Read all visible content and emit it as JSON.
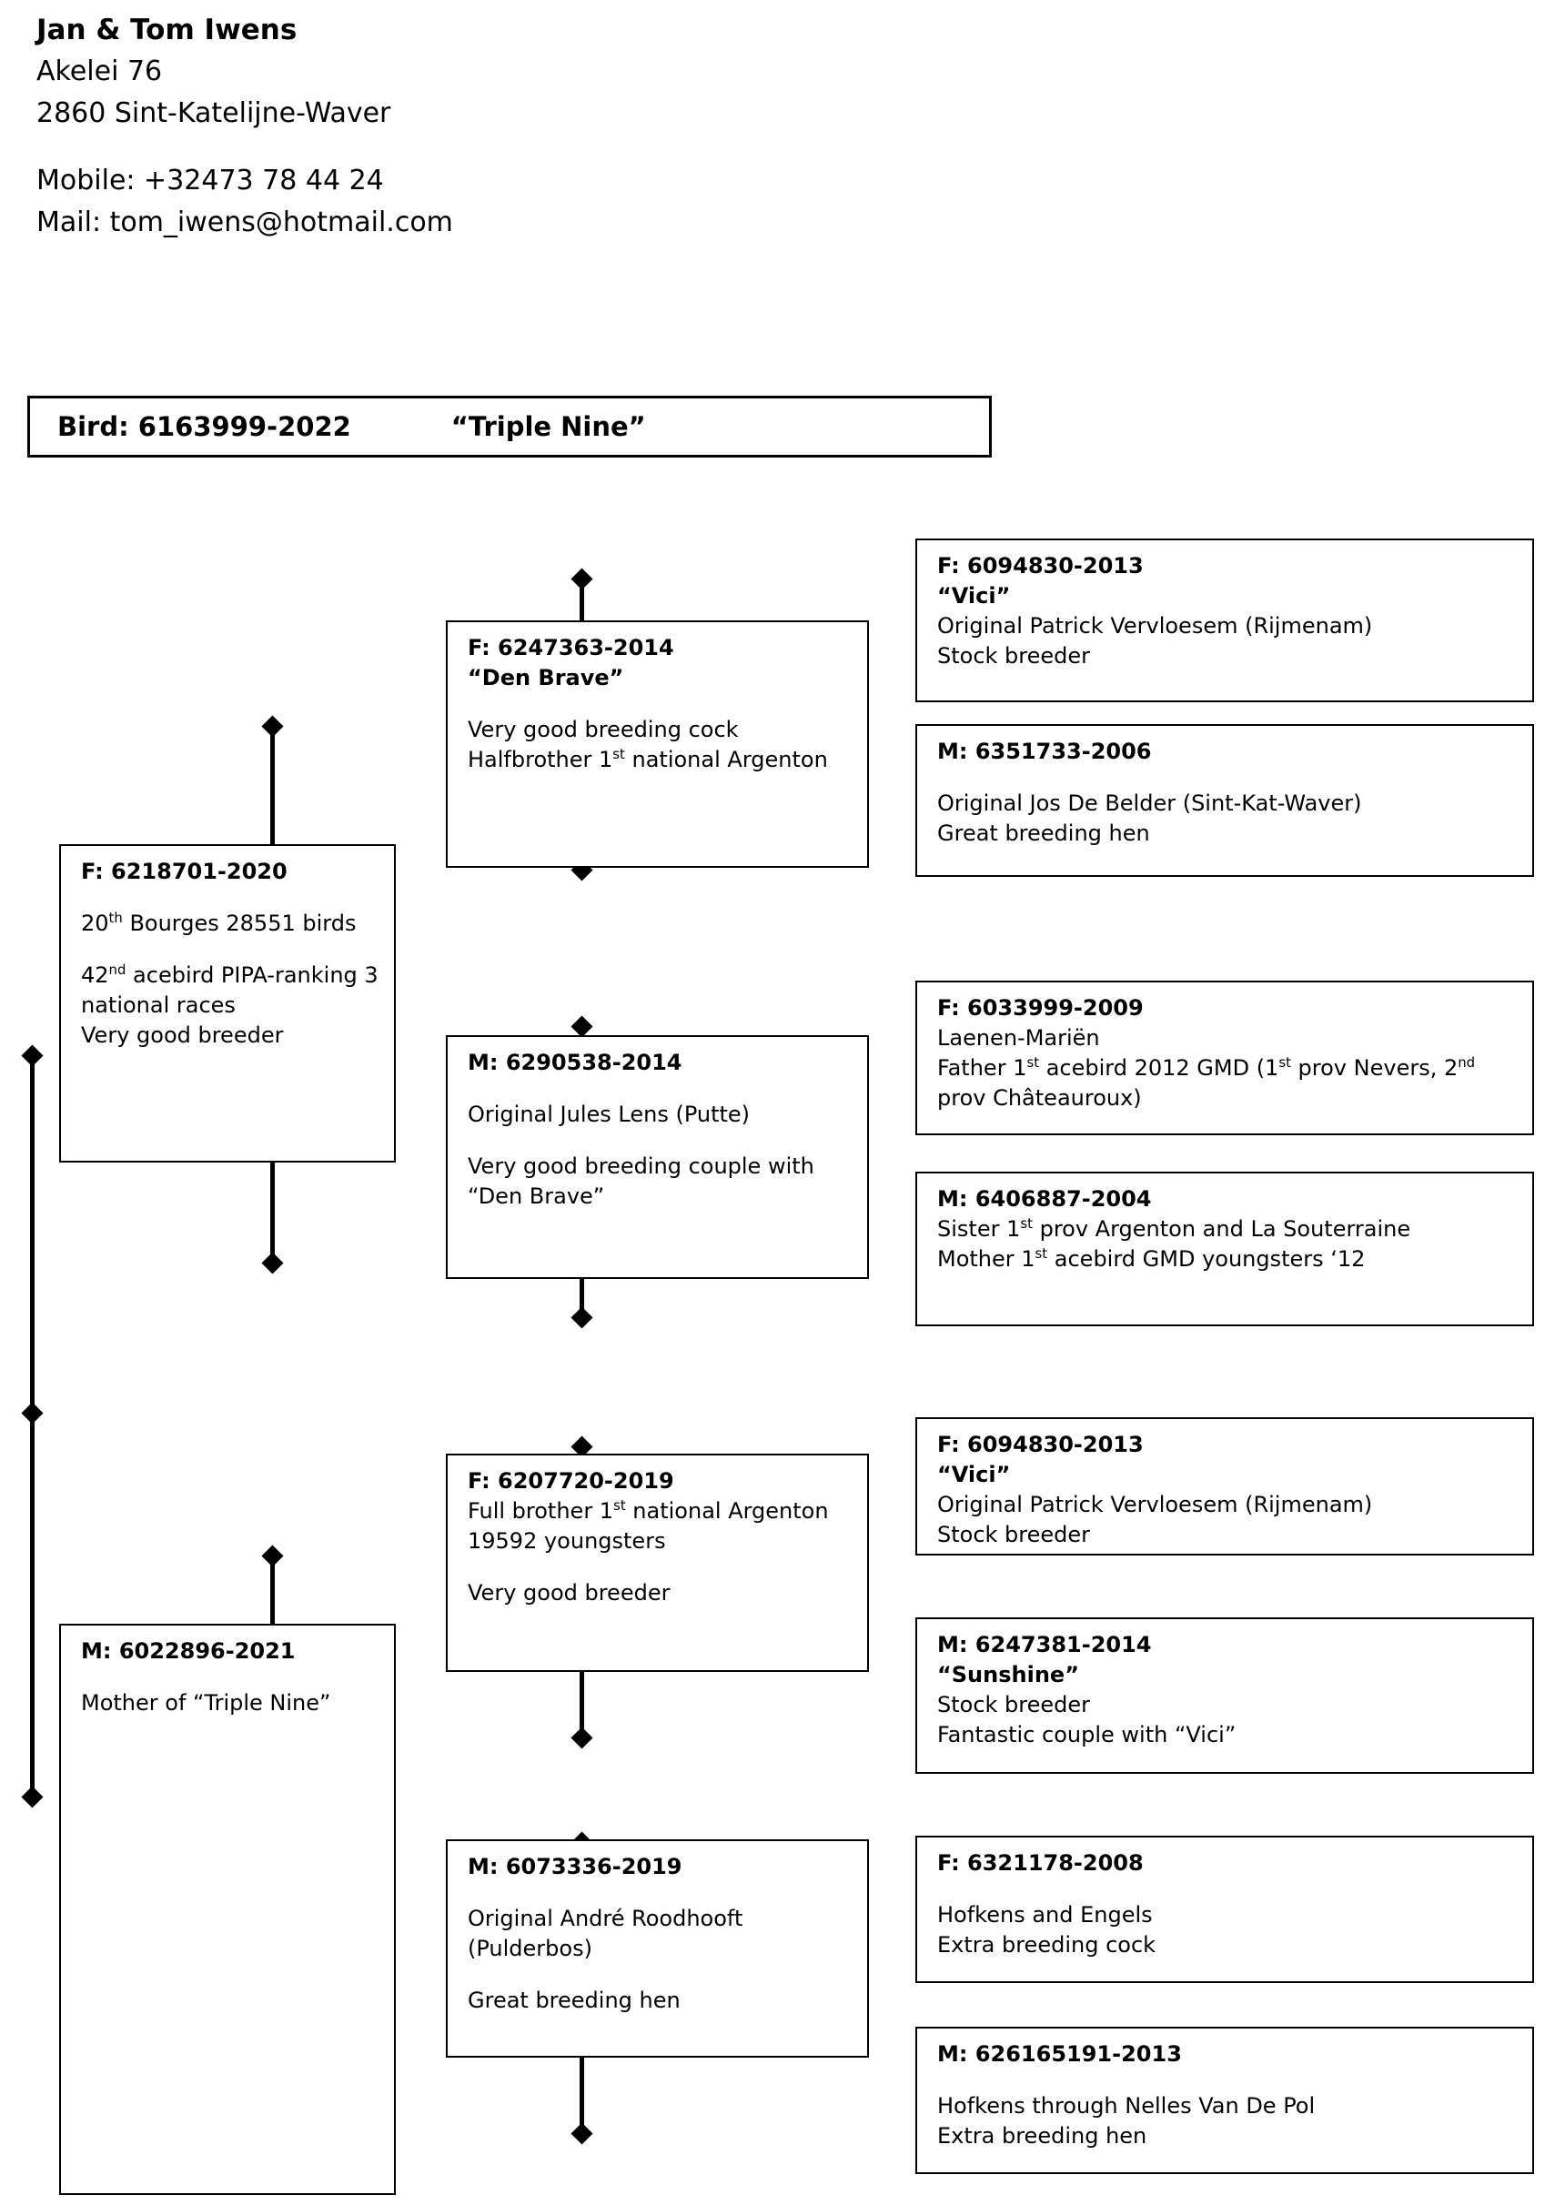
{
  "header": {
    "breeder_name": "Jan & Tom Iwens",
    "street": "Akelei 76",
    "city": "2860 Sint-Katelijne-Waver",
    "mobile": "Mobile: +32473 78 44 24",
    "mail": "Mail: tom_iwens@hotmail.com"
  },
  "bird": {
    "label": "Bird: 6163999-2022",
    "nickname": "“Triple Nine”"
  },
  "pedigree": {
    "sire": {
      "ring": "F: 6218701-2020",
      "nickname": "",
      "lines": [
        "20th Bourges 28551 birds",
        "",
        "42nd acebird PIPA-ranking 3 national races",
        "Very good breeder"
      ]
    },
    "dam": {
      "ring": "M: 6022896-2021",
      "nickname": "",
      "lines": [
        "Mother of “Triple Nine”"
      ]
    },
    "sire_sire": {
      "ring": "F: 6247363-2014",
      "nickname": "“Den Brave”",
      "lines": [
        "Very good breeding cock",
        "Halfbrother 1st national Argenton"
      ]
    },
    "sire_dam": {
      "ring": "M: 6290538-2014",
      "nickname": "",
      "lines": [
        "Original Jules Lens (Putte)",
        "",
        "Very good breeding couple with “Den Brave”"
      ]
    },
    "dam_sire": {
      "ring": "F: 6207720-2019",
      "nickname": "",
      "lines": [
        "Full brother 1st national Argenton 19592 youngsters",
        "",
        "Very good breeder"
      ]
    },
    "dam_dam": {
      "ring": "M: 6073336-2019",
      "nickname": "",
      "lines": [
        "Original André Roodhooft (Pulderbos)",
        "",
        "Great breeding hen"
      ]
    },
    "ss_sire": {
      "ring": "F: 6094830-2013",
      "nickname": "“Vici”",
      "lines": [
        "Original Patrick Vervloesem (Rijmenam)",
        "Stock breeder"
      ]
    },
    "ss_dam": {
      "ring": "M: 6351733-2006",
      "nickname": "",
      "lines": [
        "Original Jos De Belder (Sint-Kat-Waver)",
        "Great breeding hen"
      ]
    },
    "sd_sire": {
      "ring": "F: 6033999-2009",
      "nickname": "",
      "lines": [
        "Laenen-Mariën",
        "Father 1st acebird 2012 GMD (1st prov Nevers, 2nd prov Châteauroux)"
      ]
    },
    "sd_dam": {
      "ring": "M: 6406887-2004",
      "nickname": "",
      "lines": [
        "Sister 1st prov Argenton and La Souterraine",
        "Mother 1st acebird GMD youngsters ‘12"
      ]
    },
    "ds_sire": {
      "ring": "F: 6094830-2013",
      "nickname": "“Vici”",
      "lines": [
        "Original Patrick Vervloesem (Rijmenam)",
        "Stock breeder"
      ]
    },
    "ds_dam": {
      "ring": "M: 6247381-2014",
      "nickname": "“Sunshine”",
      "lines": [
        "Stock breeder",
        "Fantastic couple with “Vici”"
      ]
    },
    "dd_sire": {
      "ring": "F: 6321178-2008",
      "nickname": "",
      "lines": [
        "Hofkens and Engels",
        "Extra breeding cock"
      ]
    },
    "dd_dam": {
      "ring": "M: 626165191-2013",
      "nickname": "",
      "lines": [
        "Hofkens through Nelles Van De Pol",
        "Extra breeding hen"
      ]
    }
  },
  "colors": {
    "ink": "#000000",
    "paper": "#ffffff"
  }
}
